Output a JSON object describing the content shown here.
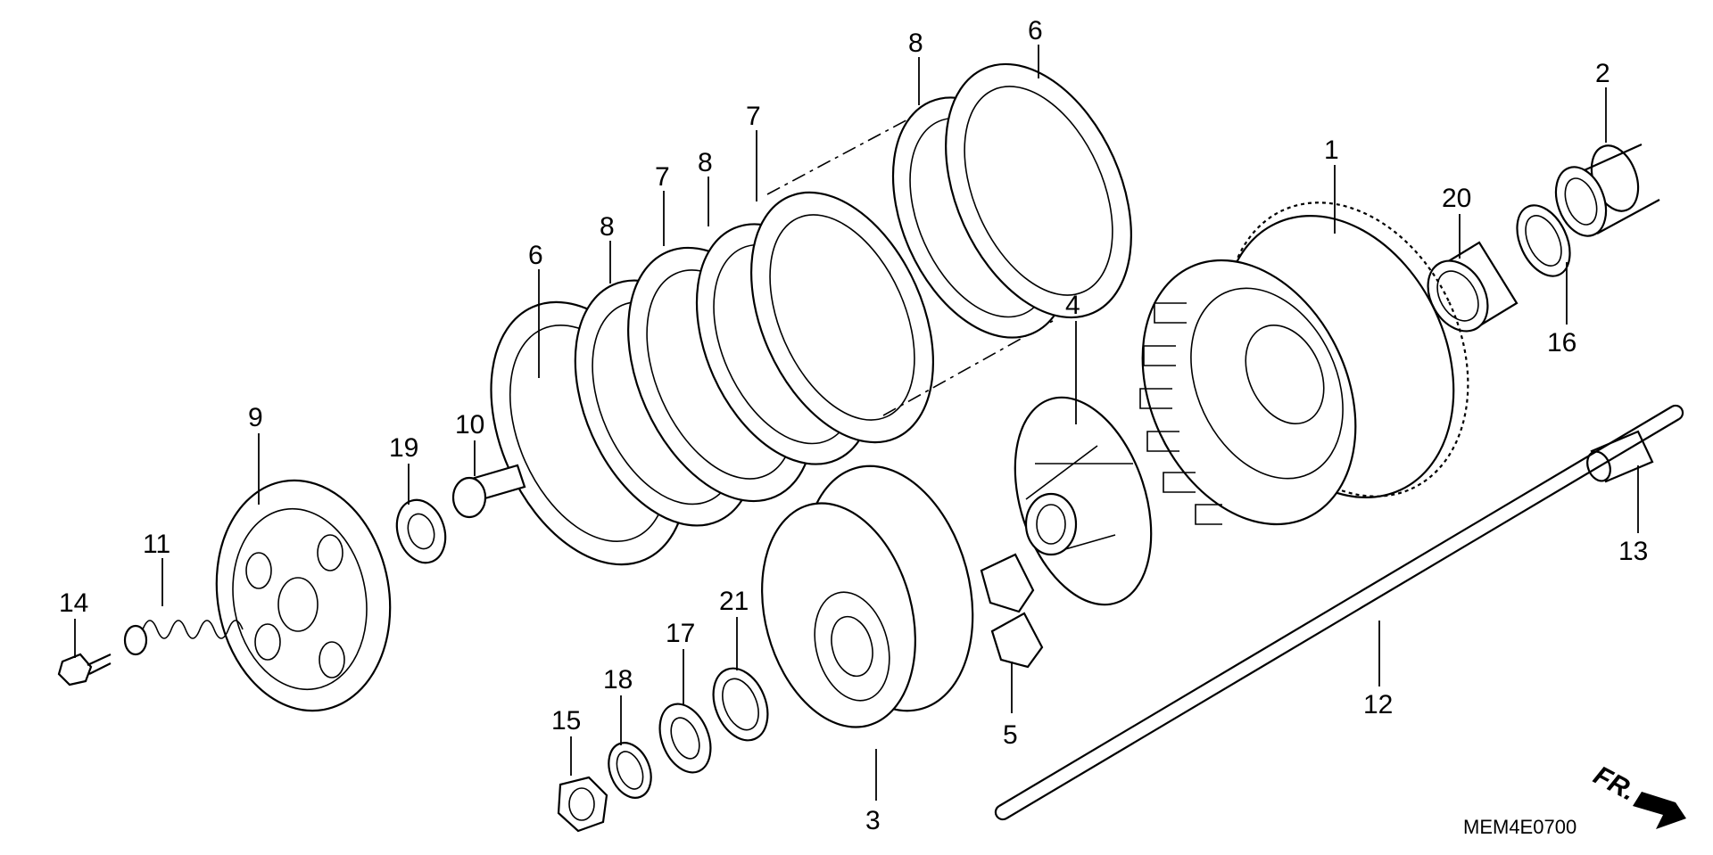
{
  "callouts": [
    "1",
    "2",
    "3",
    "4",
    "5",
    "6",
    "7",
    "8",
    "9",
    "10",
    "11",
    "12",
    "13",
    "14",
    "15",
    "16",
    "17",
    "18",
    "19",
    "20",
    "21"
  ],
  "diagram_code": "MEM4E0700",
  "direction_marker": "FR."
}
